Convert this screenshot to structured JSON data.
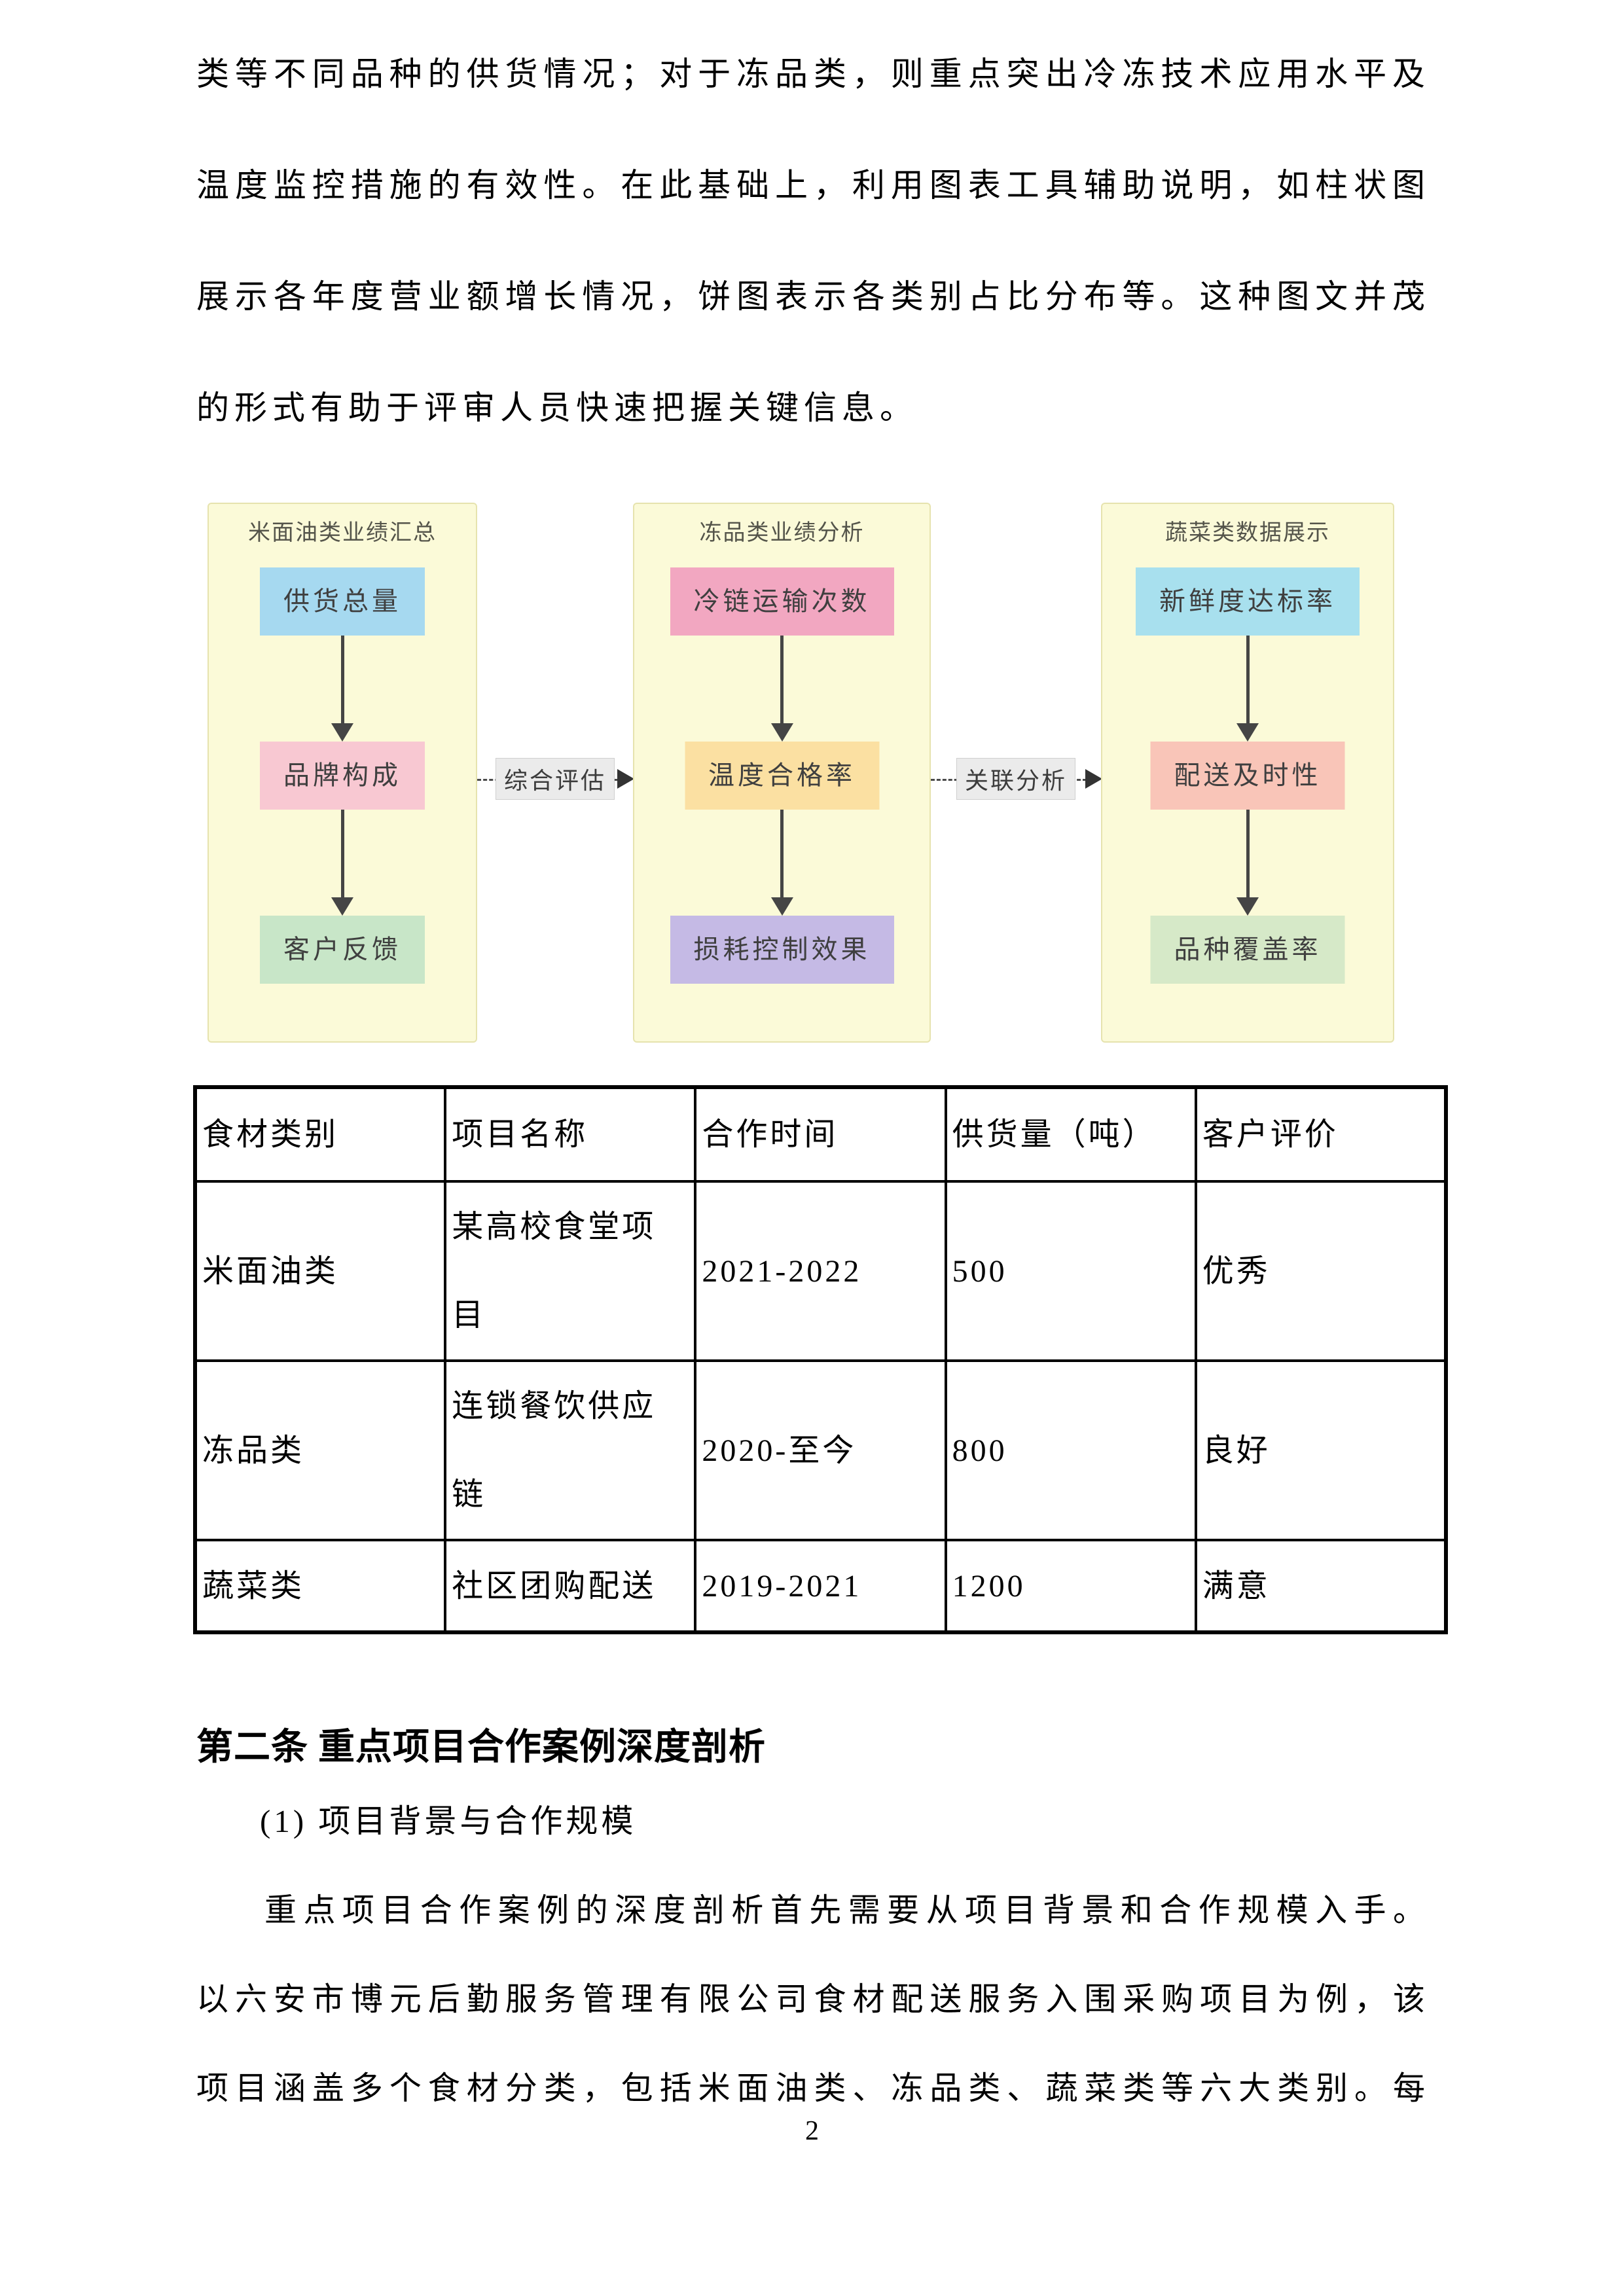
{
  "document": {
    "page_number": "2",
    "top_paragraph": {
      "lines": [
        "类等不同品种的供货情况；对于冻品类，则重点突出冷冻技术应用水平及",
        "温度监控措施的有效性。在此基础上，利用图表工具辅助说明，如柱状图",
        "展示各年度营业额增长情况，饼图表示各类别占比分布等。这种图文并茂",
        "的形式有助于评审人员快速把握关键信息。"
      ]
    },
    "section": {
      "heading": "第二条 重点项目合作案例深度剖析",
      "item_label": "(1) 项目背景与合作规模",
      "paragraph_lines": [
        "重点项目合作案例的深度剖析首先需要从项目背景和合作规模入手。",
        "以六安市博元后勤服务管理有限公司食材配送服务入围采购项目为例，该",
        "项目涵盖多个食材分类，包括米面油类、冻品类、蔬菜类等六大类别。每"
      ]
    }
  },
  "diagram": {
    "panel_bg": "#fbfad8",
    "panels": [
      {
        "title": "米面油类业绩汇总",
        "boxes": [
          {
            "label": "供货总量",
            "bg": "#a6d9f0"
          },
          {
            "label": "品牌构成",
            "bg": "#f8c8d2"
          },
          {
            "label": "客户反馈",
            "bg": "#c8e6c8"
          }
        ]
      },
      {
        "title": "冻品类业绩分析",
        "boxes": [
          {
            "label": "冷链运输次数",
            "bg": "#f2a7c1"
          },
          {
            "label": "温度合格率",
            "bg": "#fbe0a2"
          },
          {
            "label": "损耗控制效果",
            "bg": "#c5bae5"
          }
        ]
      },
      {
        "title": "蔬菜类数据展示",
        "boxes": [
          {
            "label": "新鲜度达标率",
            "bg": "#a8e0ee"
          },
          {
            "label": "配送及时性",
            "bg": "#f9c5b8"
          },
          {
            "label": "品种覆盖率",
            "bg": "#d6e9c8"
          }
        ]
      }
    ],
    "connectors": [
      {
        "label": "综合评估"
      },
      {
        "label": "关联分析"
      }
    ]
  },
  "table": {
    "headers": [
      "食材类别",
      "项目名称",
      "合作时间",
      "供货量（吨）",
      "客户评价"
    ],
    "rows": [
      [
        "米面油类",
        "某高校食堂项目",
        "2021-2022",
        "500",
        "优秀"
      ],
      [
        "冻品类",
        "连锁餐饮供应链",
        "2020-至今",
        "800",
        "良好"
      ],
      [
        "蔬菜类",
        "社区团购配送",
        "2019-2021",
        "1200",
        "满意"
      ]
    ]
  }
}
